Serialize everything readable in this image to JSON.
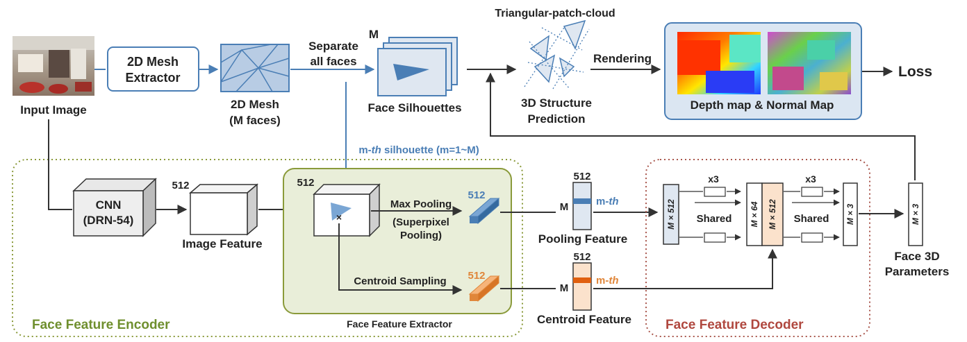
{
  "pipeline": {
    "input_label": "Input Image",
    "mesh_extractor_line1": "2D Mesh",
    "mesh_extractor_line2": "Extractor",
    "mesh_label_line1": "2D Mesh",
    "mesh_label_line2": "(M faces)",
    "separate_line1": "Separate",
    "separate_line2": "all faces",
    "m_label": "M",
    "silhouettes_label": "Face Silhouettes",
    "patch_cloud_label": "Triangular-patch-cloud",
    "structure_line1": "3D Structure",
    "structure_line2": "Prediction",
    "rendering_label": "Rendering",
    "maps_label": "Depth map & Normal Map",
    "loss_label": "Loss",
    "silhouette_prefix": "m-",
    "silhouette_italic": "th",
    "silhouette_suffix": " silhouette (m=1~M)"
  },
  "encoder": {
    "title": "Face Feature Encoder",
    "cnn_line1": "CNN",
    "cnn_line2": "(DRN-54)",
    "dim_512": "512",
    "image_feature": "Image Feature",
    "extractor_title": "Face Feature Extractor",
    "max_pool_line1": "Max Pooling",
    "max_pool_line2": "(Superpixel",
    "max_pool_line3": "Pooling)",
    "centroid_sampling": "Centroid Sampling",
    "pooling_feature": "Pooling Feature",
    "centroid_feature": "Centroid Feature",
    "mth_prefix": "m-",
    "mth_italic": "th",
    "m_row": "M",
    "cross": "×"
  },
  "decoder": {
    "title": "Face Feature Decoder",
    "x3": "x3",
    "shared": "Shared",
    "mat_512": "M × 512",
    "mat_64": "M × 64",
    "mat_3": "M × 3",
    "output_line1": "Face 3D",
    "output_line2": "Parameters"
  },
  "colors": {
    "blue": "#4a7eb5",
    "blue_fill": "#dfe7f1",
    "orange": "#e0863a",
    "orange_fill": "#fbe2cc",
    "green_border": "#8a9a3a",
    "green_fill": "#e9eed9",
    "green_text": "#6f8f2e",
    "red_text": "#b0483f",
    "red_border": "#a9564c",
    "panel_blue": "#dbe6f2"
  }
}
